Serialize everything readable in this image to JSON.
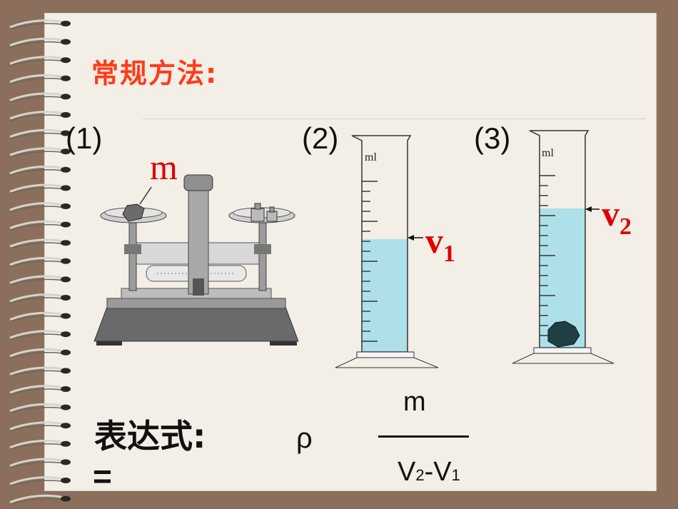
{
  "title": "常规方法:",
  "steps": {
    "s1": "(1)",
    "s2": "(2)",
    "s3": "(3)"
  },
  "mass_label": "m",
  "cylinder_unit": "ml",
  "volume_labels": {
    "v1_letter": "v",
    "v1_sub": "1",
    "v2_letter": "v",
    "v2_sub": "2"
  },
  "expression": {
    "label": "表达式:",
    "rho": "ρ",
    "equals": "=",
    "numerator": "m",
    "denominator_v2": "V",
    "denominator_v2_sub": "2",
    "denominator_minus": "-",
    "denominator_v1": "V",
    "denominator_v1_sub": "1"
  },
  "colors": {
    "accent": "#ff3b1a",
    "red": "#e00000",
    "water": "#aee0ea",
    "paper": "#f3efe6",
    "frame": "#8b6f5c"
  }
}
